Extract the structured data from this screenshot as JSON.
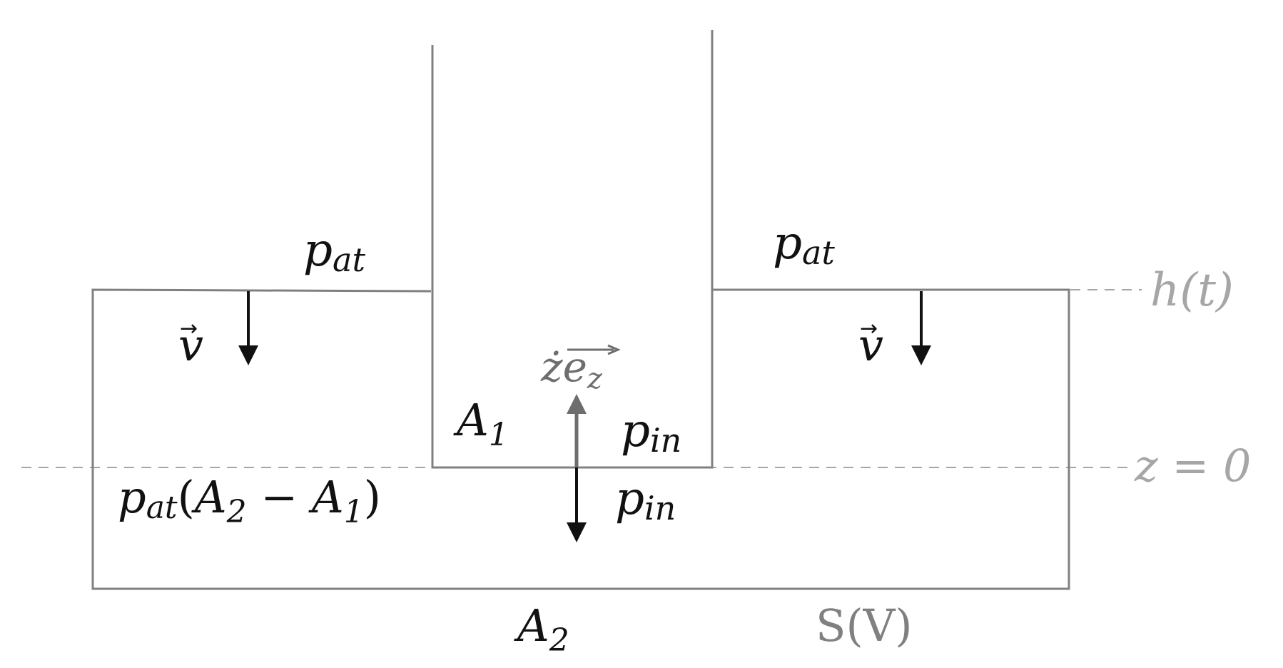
{
  "colors": {
    "wall": "#808080",
    "arrow": "#111111",
    "up_arrow": "#6e6e6e",
    "ref_line": "#a6a6a6",
    "label": "#111111",
    "ref_label": "#a6a6a6",
    "ez_label": "#6e6e6e",
    "sv_label": "#808080"
  },
  "labels": {
    "p": "p",
    "at": "at",
    "in": "in",
    "v": "v",
    "vec_arrow": "→",
    "z_dot": "ż",
    "e": "e",
    "z": "z",
    "A": "A",
    "one": "1",
    "two": "2",
    "open_paren": "(",
    "minus": " − ",
    "close_paren": ")",
    "h_t": "h(t)",
    "z_eq_0": "z = 0",
    "s_v": "S(V)"
  }
}
